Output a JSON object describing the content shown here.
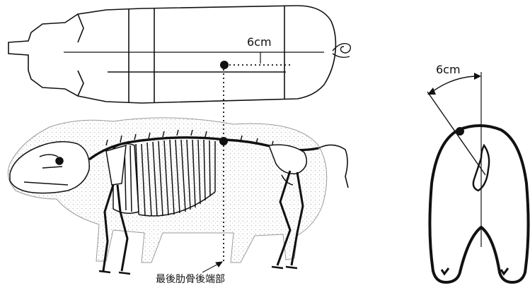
{
  "labels": {
    "top_distance": "6cm",
    "rear_distance": "6cm",
    "rib_point": "最後肋骨後端部"
  },
  "colors": {
    "ink": "#111111",
    "shade": "#d9d9d9"
  }
}
